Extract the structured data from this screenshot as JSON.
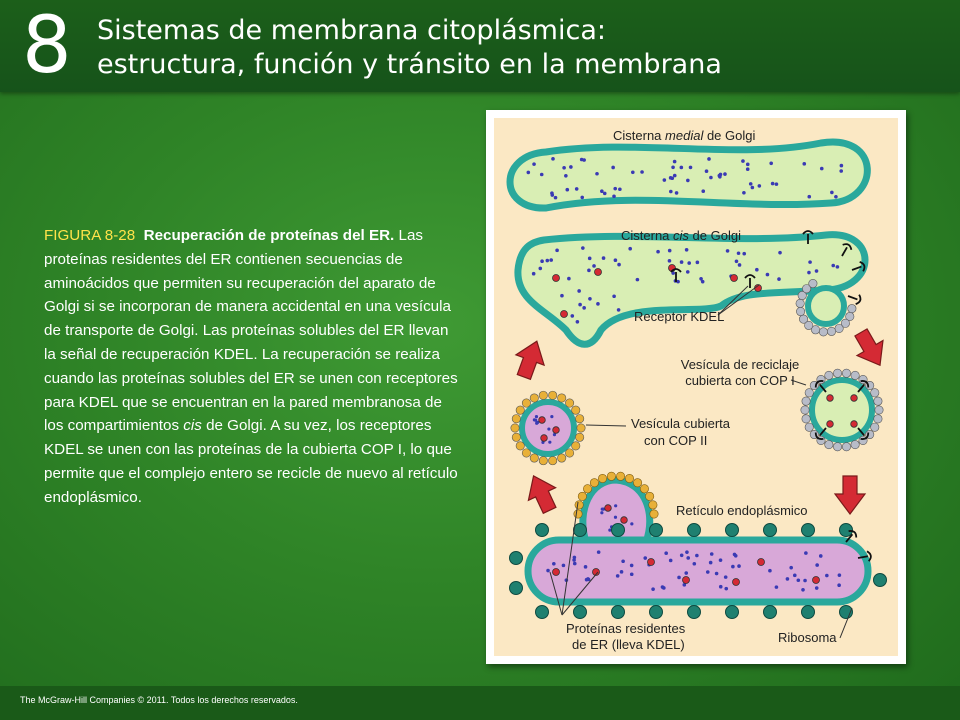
{
  "header": {
    "chapter_number": "8",
    "title_line1": "Sistemas de membrana citoplásmica:",
    "title_line2": "estructura, función y tránsito en la membrana"
  },
  "caption": {
    "figure_label": "FIGURA 8-28",
    "figure_title": "Recuperación de proteínas del ER.",
    "body_part1": "Las proteínas residentes del ER contienen secuencias de aminoácidos que permiten su recuperación del aparato de Golgi si se incorporan de manera accidental en una vesícula de transporte de Golgi. Las proteínas solubles del ER llevan la señal de recuperación KDEL. La recuperación se realiza cuando las proteínas solubles del ER se unen con receptores para KDEL que se encuentran en la pared membranosa de los compartimientos ",
    "body_italic": "cis",
    "body_part2": " de Golgi. A su vez, los receptores KDEL se unen con las proteínas de la cubierta COP I, lo que permite que el complejo entero se recicle de nuevo al retículo endoplásmico."
  },
  "diagram": {
    "medial_pre": "Cisterna ",
    "medial_italic": "medial",
    "medial_post": " de Golgi",
    "cis_pre": "Cisterna ",
    "cis_italic": "cis",
    "cis_post": " de Golgi",
    "kdel_receptor": "Receptor KDEL",
    "copi_line1": "Vesícula de reciclaje",
    "copi_line2": "cubierta con COP I",
    "copii_line1": "Vesícula cubierta",
    "copii_line2": "con COP II",
    "er": "Retículo endoplásmico",
    "resident_line1": "Proteínas residentes",
    "resident_line2": "de ER (lleva KDEL)",
    "ribosome": "Ribosoma",
    "colors": {
      "background": "#fbe8c4",
      "golgi_fill": "#d9eeb4",
      "membrane": "#2aa89c",
      "er_fill": "#d8a8d8",
      "protein_dot": "#3a3ab4",
      "resident_protein": "#d42a34",
      "arrow": "#d42a34",
      "coat": "#e8b038",
      "ribosome": "#1f8070"
    }
  },
  "footer": {
    "copyright": "The McGraw-Hill Companies © 2011. Todos los derechos reservados."
  }
}
